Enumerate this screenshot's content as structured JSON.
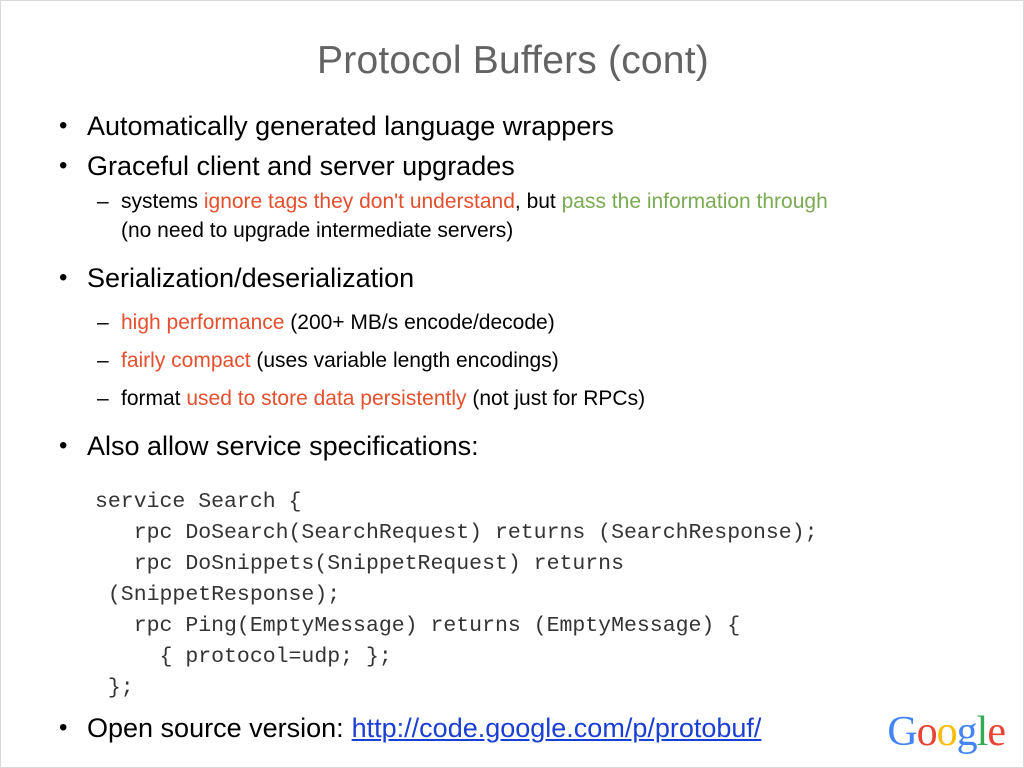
{
  "slide": {
    "title": "Protocol Buffers (cont)",
    "bullets": [
      {
        "text": "Automatically generated language wrappers"
      },
      {
        "text": "Graceful client and server upgrades"
      },
      {
        "text": "Serialization/deserialization"
      },
      {
        "text": "Also allow service specifications:"
      }
    ],
    "sub_upgrades": {
      "lead": "systems ",
      "red1": "ignore tags they don't understand",
      "mid": ", but ",
      "green1": "pass the information through",
      "line2": "(no need to upgrade intermediate servers)"
    },
    "sub_serialization": [
      {
        "red": "high performance",
        "black": " (200+ MB/s encode/decode)"
      },
      {
        "red": "fairly compact",
        "black": " (uses variable length encodings)"
      },
      {
        "pre": "format ",
        "red": "used to store data persistently",
        "black": " (not just for RPCs)"
      }
    ],
    "code": "service Search {\n   rpc DoSearch(SearchRequest) returns (SearchResponse);\n   rpc DoSnippets(SnippetRequest) returns\n (SnippetResponse);\n   rpc Ping(EmptyMessage) returns (EmptyMessage) {\n     { protocol=udp; };\n };",
    "footer": {
      "label": "Open source version:",
      "link_text": "http://code.google.com/p/protobuf/"
    },
    "logo": {
      "l1": "G",
      "l2": "o",
      "l3": "o",
      "l4": "g",
      "l5": "l",
      "l6": "e"
    },
    "markers": {
      "bullet_dot": "•",
      "bullet_dash": "–"
    },
    "colors": {
      "title": "#636363",
      "red": "#e4502e",
      "green": "#7aab52",
      "link": "#1a3fd4"
    }
  }
}
